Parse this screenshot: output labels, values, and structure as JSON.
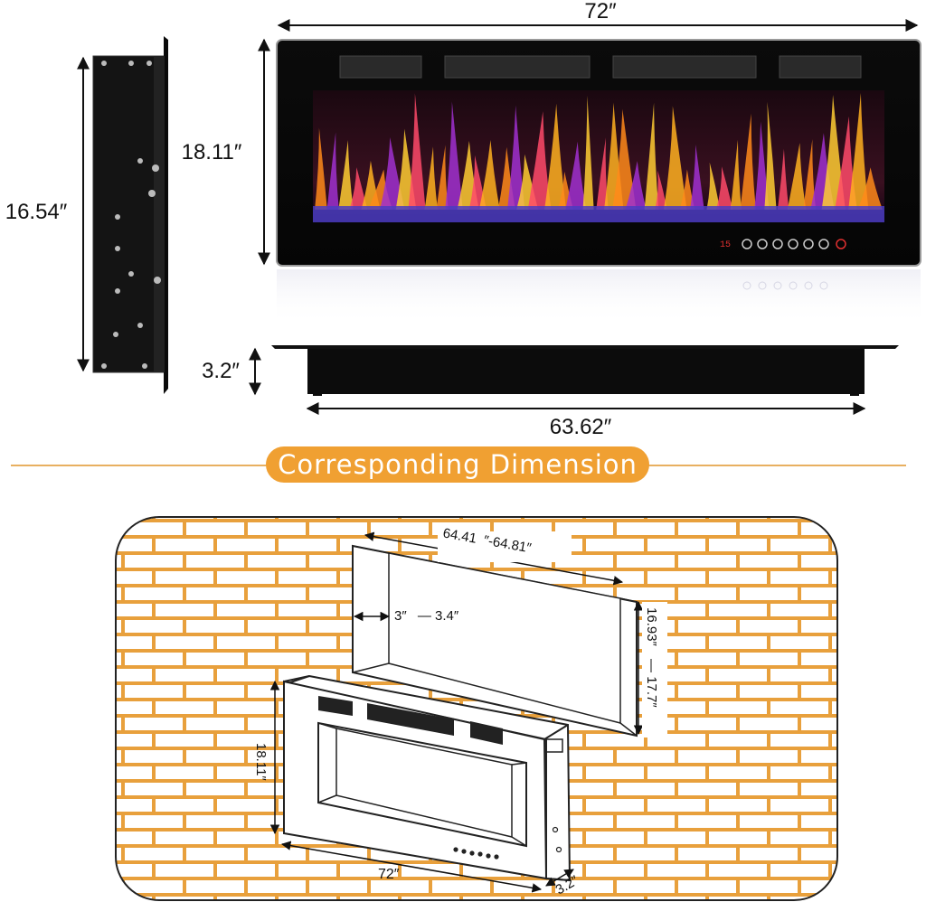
{
  "dimensions": {
    "total_width": "72″",
    "front_height": "18.11″",
    "side_height": "16.54″",
    "depth": "3.2″",
    "back_width": "63.62″"
  },
  "control_panel": {
    "timer_display": "15"
  },
  "banner": {
    "title": "Corresponding Dimension"
  },
  "installation": {
    "opening_width_min": "64.41",
    "opening_width_max": "″-64.81″",
    "opening_depth_min": "3″",
    "opening_depth_max": "— 3.4″",
    "opening_height_min": "16.93″",
    "opening_height_max": "— 17.7″",
    "unit_height": "18.11″",
    "unit_width": "72″",
    "unit_depth": "3.2″"
  },
  "colors": {
    "brick_mortar": "#e8a03c",
    "brick_face": "#ffffff",
    "banner": "#f0a032",
    "flame_orange": "#ff8a1a",
    "flame_purple": "#a030d0"
  }
}
